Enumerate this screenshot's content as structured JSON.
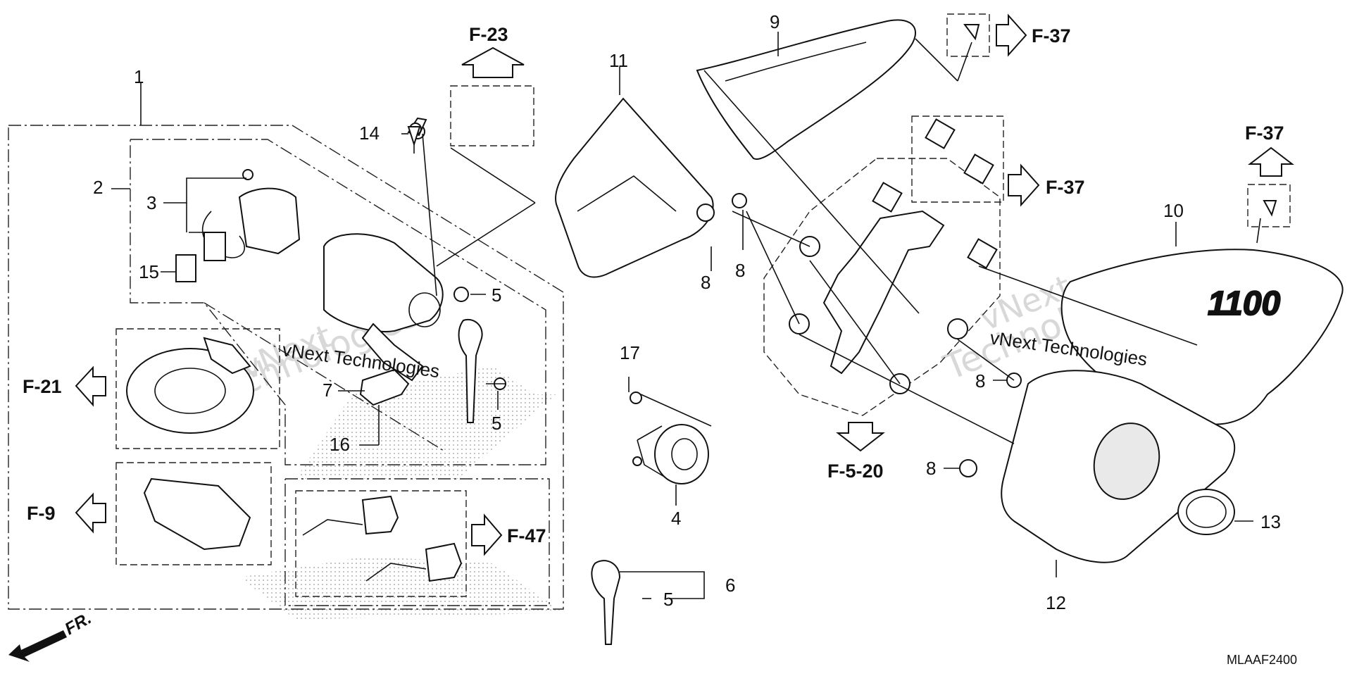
{
  "diagram": {
    "code": "MLAAF2400",
    "front_label": "FR.",
    "watermark": "vNext Technologies",
    "callouts": [
      {
        "id": "c1",
        "text": "1"
      },
      {
        "id": "c2",
        "text": "2"
      },
      {
        "id": "c3",
        "text": "3"
      },
      {
        "id": "c4",
        "text": "4"
      },
      {
        "id": "c5a",
        "text": "5"
      },
      {
        "id": "c5b",
        "text": "5"
      },
      {
        "id": "c5c",
        "text": "5"
      },
      {
        "id": "c6",
        "text": "6"
      },
      {
        "id": "c7",
        "text": "7"
      },
      {
        "id": "c8a",
        "text": "8"
      },
      {
        "id": "c8b",
        "text": "8"
      },
      {
        "id": "c8c",
        "text": "8"
      },
      {
        "id": "c8d",
        "text": "8"
      },
      {
        "id": "c9",
        "text": "9"
      },
      {
        "id": "c10",
        "text": "10"
      },
      {
        "id": "c11",
        "text": "11"
      },
      {
        "id": "c12",
        "text": "12"
      },
      {
        "id": "c13",
        "text": "13"
      },
      {
        "id": "c14",
        "text": "14"
      },
      {
        "id": "c15",
        "text": "15"
      },
      {
        "id": "c16",
        "text": "16"
      },
      {
        "id": "c17",
        "text": "17"
      }
    ],
    "references": [
      {
        "id": "r1",
        "text": "F-23"
      },
      {
        "id": "r2",
        "text": "F-37"
      },
      {
        "id": "r3",
        "text": "F-37"
      },
      {
        "id": "r4",
        "text": "F-37"
      },
      {
        "id": "r5",
        "text": "F-21"
      },
      {
        "id": "r6",
        "text": "F-9"
      },
      {
        "id": "r7",
        "text": "F-47"
      },
      {
        "id": "r8",
        "text": "F-5-20"
      }
    ]
  }
}
